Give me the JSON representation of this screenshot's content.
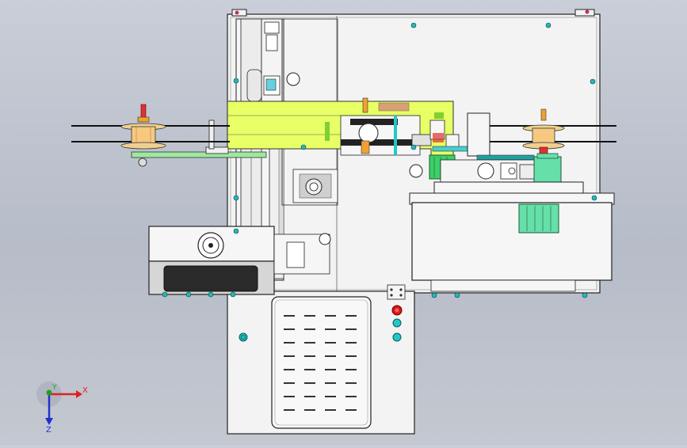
{
  "viewport": {
    "background_top": "#c9ced8",
    "background_bottom": "#b6bcc8"
  },
  "triad": {
    "x_label": "X",
    "y_label": "Y",
    "z_label": "Z",
    "x_color": "#e02020",
    "y_color": "#20a020",
    "z_color": "#2030d0"
  },
  "colors": {
    "panel": "#f2f2f2",
    "edge": "#2a2a2a",
    "lime": "#e6ff66",
    "green_belt": "#9ee89e",
    "teal_motor": "#66e0a8",
    "green_motor": "#3ccf6a",
    "spool_orange": "#f0a030",
    "spool_red": "#e03030",
    "cyan_button": "#22c8c8",
    "red_button": "#d81818",
    "slot": "#d0d0d0"
  },
  "icons": [
    "coordinate-triad-icon",
    "emergency-stop-icon",
    "reset-button-icon",
    "start-button-icon",
    "spool-icon",
    "motor-icon",
    "screw-hole-icon"
  ]
}
